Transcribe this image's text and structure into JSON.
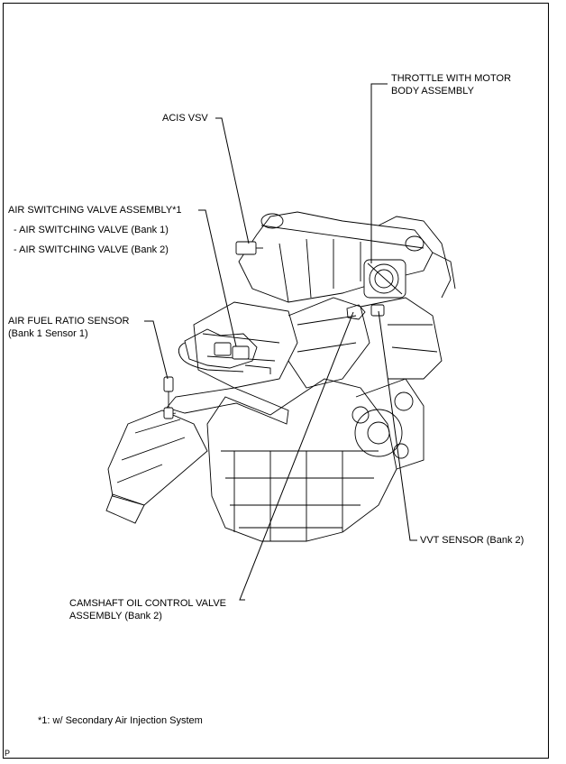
{
  "labels": {
    "throttle_line1": "THROTTLE WITH MOTOR",
    "throttle_line2": "BODY ASSEMBLY",
    "acis_vsv": "ACIS VSV",
    "air_switching_assembly": "AIR SWITCHING VALVE ASSEMBLY*1",
    "air_switching_bank1": "- AIR SWITCHING VALVE (Bank 1)",
    "air_switching_bank2": "- AIR SWITCHING VALVE (Bank 2)",
    "af_sensor_line1": "AIR FUEL RATIO SENSOR",
    "af_sensor_line2": "(Bank 1 Sensor 1)",
    "vvt_sensor": "VVT SENSOR (Bank 2)",
    "camshaft_line1": "CAMSHAFT OIL CONTROL VALVE",
    "camshaft_line2": "ASSEMBLY (Bank 2)"
  },
  "footnote": "*1: w/ Secondary Air Injection System",
  "corner_mark": "P"
}
